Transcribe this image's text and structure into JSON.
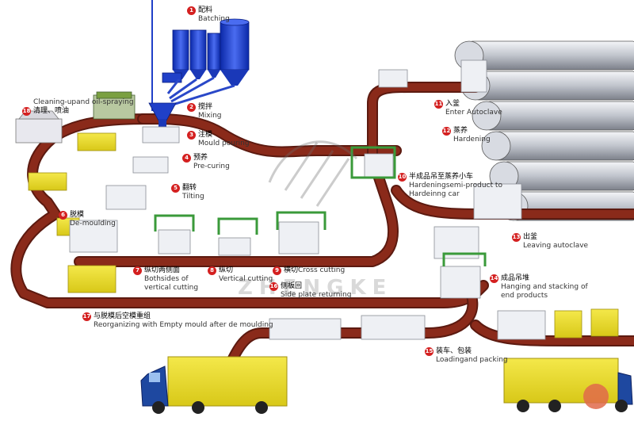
{
  "colors": {
    "track": "#8a2a1a",
    "track_dark": "#5c1a10",
    "silo": "#2040c8",
    "mould": "#e8e030",
    "mould_dark": "#b0a818",
    "cake": "#e8eaf0",
    "frame": "#40a040",
    "truck_cab": "#1e48a0",
    "truck_box": "#e8d820",
    "autoclave": "#c8ccd4",
    "label_num": "#d42020"
  },
  "watermark": "ZHENGKE",
  "steps": [
    {
      "n": "1",
      "zh": "配料",
      "en": "Batching"
    },
    {
      "n": "2",
      "zh": "搅拌",
      "en": "Mixing"
    },
    {
      "n": "3",
      "zh": "注模",
      "en": "Mould pouring"
    },
    {
      "n": "4",
      "zh": "预养",
      "en": "Pre-curing"
    },
    {
      "n": "5",
      "zh": "翻转",
      "en": "Tilting"
    },
    {
      "n": "6",
      "zh": "脱模",
      "en": "De-moulding"
    },
    {
      "n": "7",
      "zh": "纵切两侧面",
      "en": "Bothsides of",
      "en2": "vertical cutting"
    },
    {
      "n": "8",
      "zh": "纵切",
      "en": "Vertical cutting"
    },
    {
      "n": "9",
      "zh": "横切",
      "en": "Cross cutting"
    },
    {
      "n": "10",
      "zh": "半成品吊至蒸养小车",
      "en": "Hardeningsemi-product to",
      "en2": "Hardeinng car"
    },
    {
      "n": "11",
      "zh": "入釜",
      "en": "Enter Autoclave"
    },
    {
      "n": "12",
      "zh": "蒸养",
      "en": "Hardening"
    },
    {
      "n": "13",
      "zh": "出釜",
      "en": "Leaving autoclave"
    },
    {
      "n": "14",
      "zh": "成品吊堆",
      "en": "Hanging and stacking of",
      "en2": "end products"
    },
    {
      "n": "15",
      "zh": "装车、包装",
      "en": "Loadingand packing"
    },
    {
      "n": "16",
      "zh": "侧板回",
      "en": "Side plate returning"
    },
    {
      "n": "17",
      "zh": "与脱模后空模重组",
      "en": "Reorganizing with Empty mould after de moulding"
    },
    {
      "n": "18",
      "zh": "清理、喷油",
      "en": "Cleaning-upand oil-spraying"
    }
  ]
}
